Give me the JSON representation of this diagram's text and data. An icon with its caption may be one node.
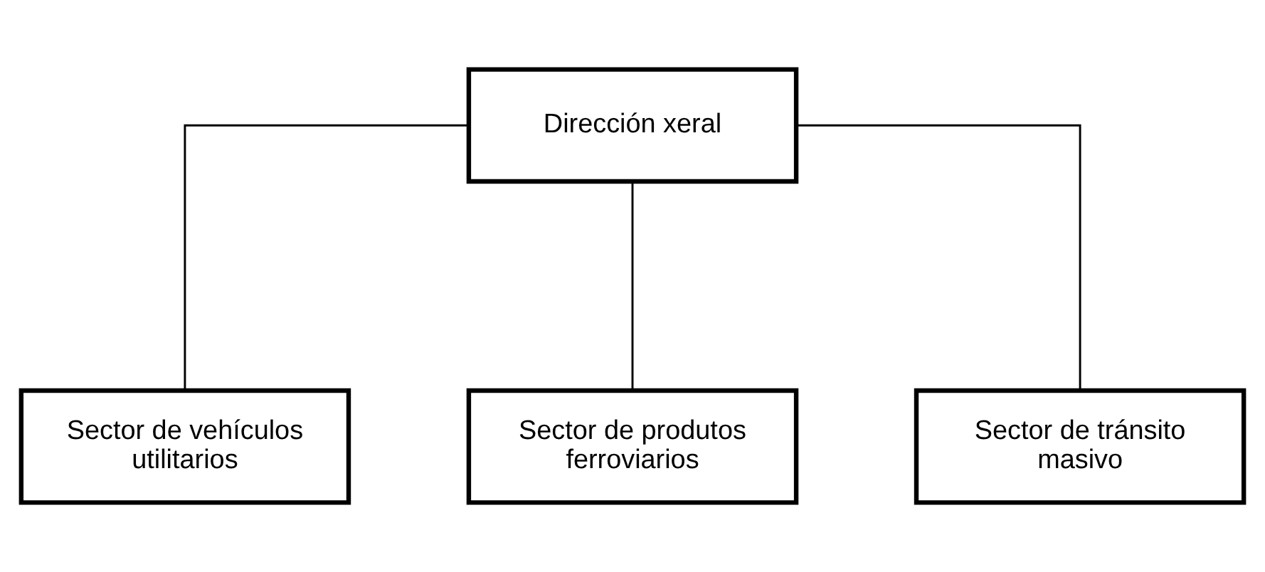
{
  "diagram": {
    "nodes": [
      {
        "text": [
          "Dirección xeral"
        ]
      },
      {
        "text": [
          "Sector de vehículos utilitarios"
        ]
      },
      {
        "text": [
          "Sector de produtos ferroviarios"
        ]
      },
      {
        "text": [
          "Sector de tránsito masivo"
        ]
      }
    ],
    "edges": [
      {
        "from": 0,
        "to": 1,
        "arrow": "none"
      },
      {
        "from": 0,
        "to": 2,
        "arrow": "none"
      },
      {
        "from": 0,
        "to": 3,
        "arrow": "none"
      }
    ]
  }
}
